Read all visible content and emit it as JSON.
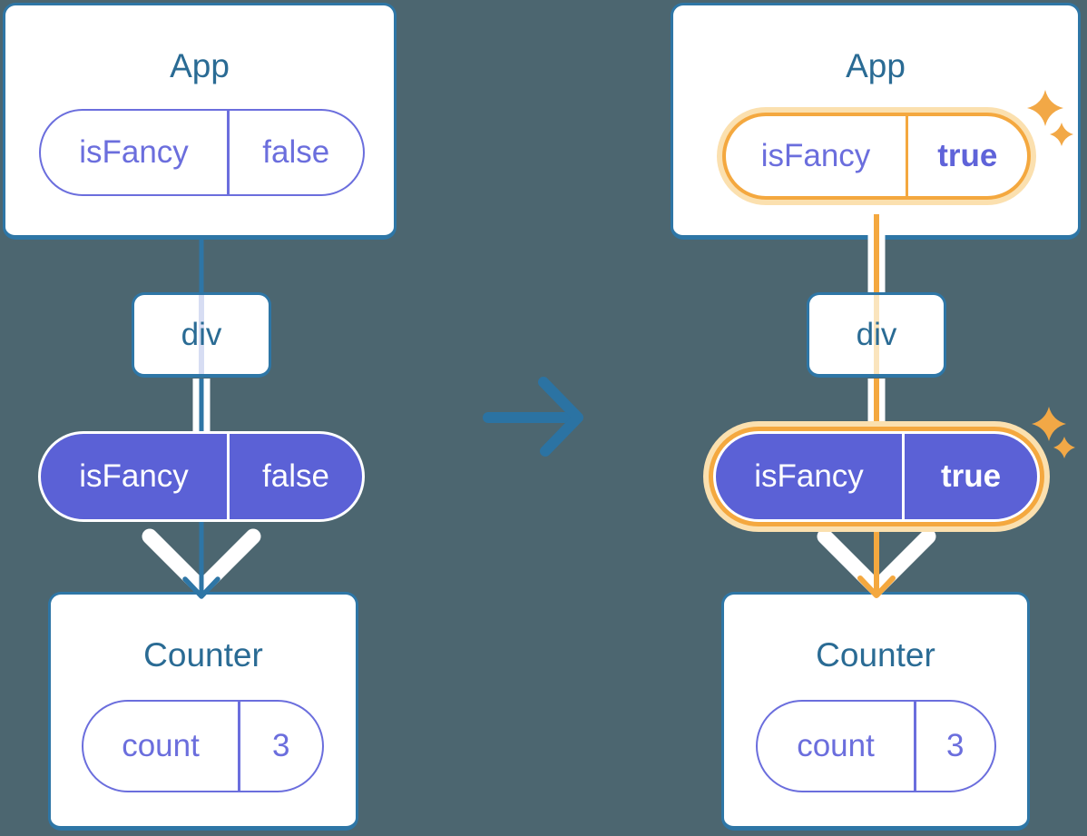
{
  "colors": {
    "background": "#4C6670",
    "card_border_blue": "#2E76A6",
    "heading_text_blue": "#2A6B94",
    "pill_purple_fill": "#5B61D6",
    "pill_purple_outline": "#6B6EDD",
    "highlight_orange": "#F4A83F",
    "highlight_peach_halo": "#FBE0AF",
    "inactive_line_lavender": "#D7DDF3",
    "active_line_pale_orange": "#FAE4BD",
    "arrow_white": "#FFFFFF"
  },
  "left_tree": {
    "app": {
      "title": "App",
      "prop": {
        "key": "isFancy",
        "value": "false"
      }
    },
    "div_node": {
      "label": "div"
    },
    "passed_prop": {
      "key": "isFancy",
      "value": "false"
    },
    "counter": {
      "title": "Counter",
      "state": {
        "key": "count",
        "value": "3"
      }
    }
  },
  "right_tree": {
    "app": {
      "title": "App",
      "prop": {
        "key": "isFancy",
        "value": "true"
      }
    },
    "div_node": {
      "label": "div"
    },
    "passed_prop": {
      "key": "isFancy",
      "value": "true"
    },
    "counter": {
      "title": "Counter",
      "state": {
        "key": "count",
        "value": "3"
      }
    }
  },
  "icons": {
    "transition_arrow": "right-arrow",
    "sparkle": "four-point-star",
    "down_arrow": "down-arrow"
  }
}
